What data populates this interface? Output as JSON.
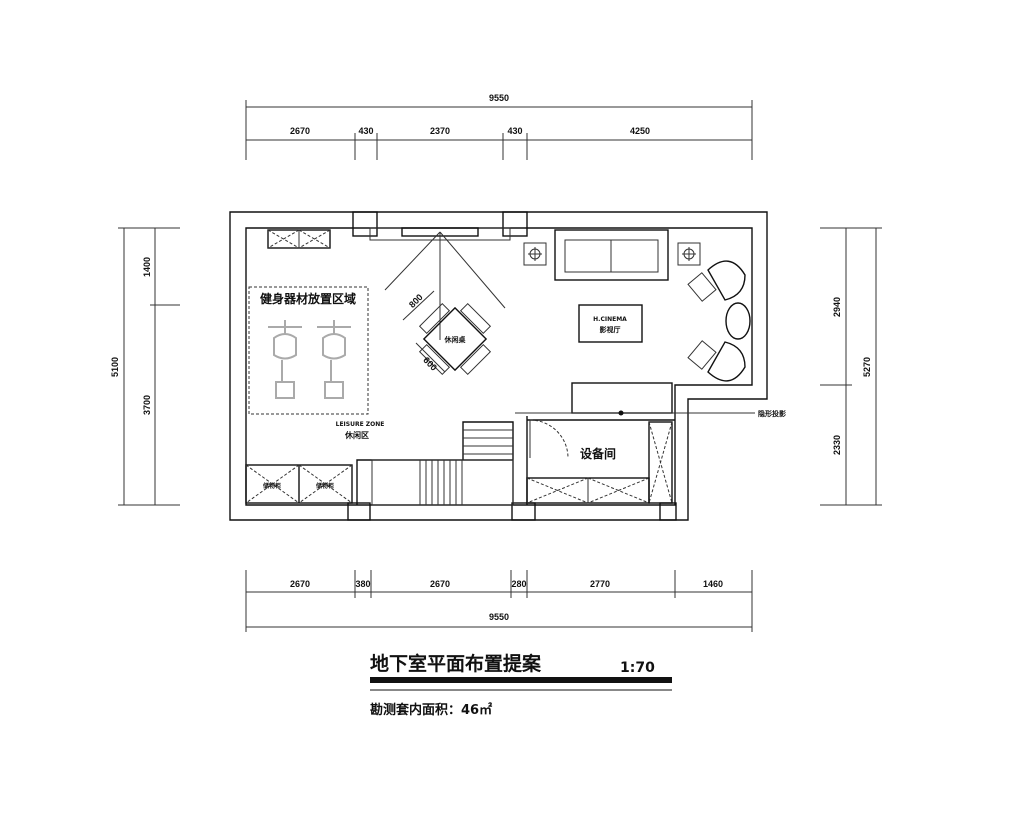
{
  "dimensions": {
    "top_total": "9550",
    "top_segments": [
      "2670",
      "430",
      "2370",
      "430",
      "4250"
    ],
    "bottom_segments": [
      "2670",
      "380",
      "2670",
      "280",
      "2770",
      "1460"
    ],
    "bottom_total": "9550",
    "left_total": "5100",
    "left_segments": [
      "1400",
      "3700"
    ],
    "right_segments": [
      "2940",
      "2330"
    ],
    "right_total": "5270",
    "table_dims": [
      "800",
      "600"
    ]
  },
  "labels": {
    "fitness_area": "健身器材放置区域",
    "leisure_zone_en": "LEISURE ZONE",
    "leisure_zone_cn": "休闲区",
    "dining_table": "休闲桌",
    "cinema_en": "H.CINEMA",
    "cinema_cn": "影视厅",
    "projector_screen": "隐形投影",
    "equipment_room": "设备间",
    "cabinet_1": "储物柜",
    "cabinet_2": "储物柜"
  },
  "title": {
    "main": "地下室平面布置提案",
    "scale": "1:70",
    "area": "勘测套内面积：46㎡"
  }
}
